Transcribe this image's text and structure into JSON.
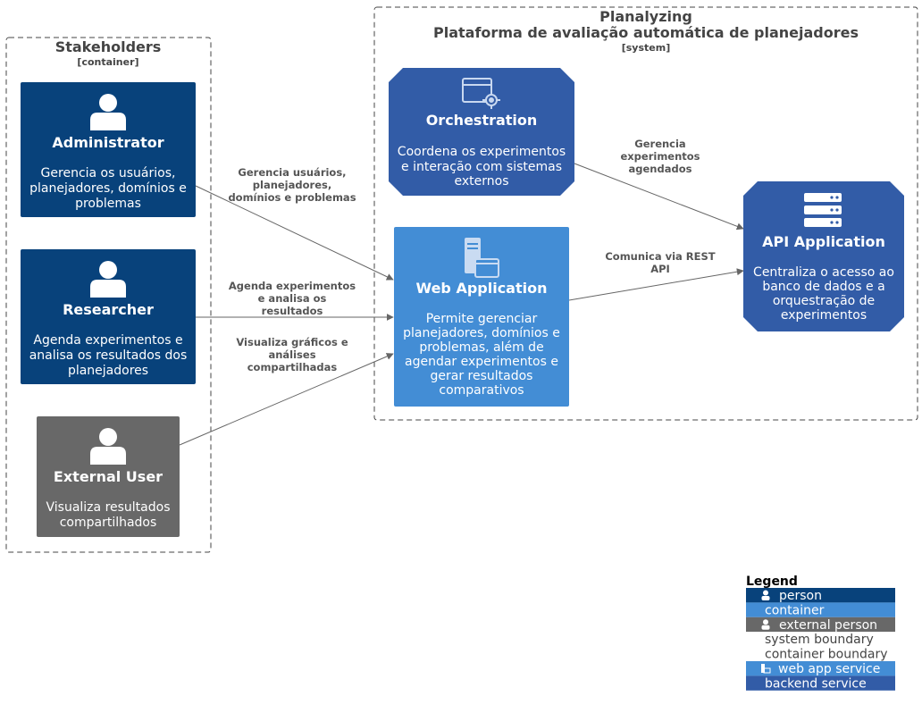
{
  "boundaries": {
    "stakeholders": {
      "title": "Stakeholders",
      "type": "[container]"
    },
    "system": {
      "title_line1": "Planalyzing",
      "title_line2": "Plataforma de avaliação automática de planejadores",
      "type": "[system]"
    }
  },
  "nodes": {
    "administrator": {
      "title": "Administrator",
      "desc": [
        "Gerencia os usuários,",
        "planejadores, domínios e",
        "problemas"
      ],
      "icon": "person-icon",
      "color": "#08427b"
    },
    "researcher": {
      "title": "Researcher",
      "desc": [
        "Agenda experimentos e",
        "analisa os resultados dos",
        "planejadores"
      ],
      "icon": "person-icon",
      "color": "#08427b"
    },
    "external_user": {
      "title": "External User",
      "desc": [
        "Visualiza resultados",
        "compartilhados"
      ],
      "icon": "person-icon",
      "color": "#686868"
    },
    "orchestration": {
      "title": "Orchestration",
      "desc": [
        "Coordena os experimentos",
        "e interação com sistemas",
        "externos"
      ],
      "icon": "settings-window-icon",
      "color": "#325ca7"
    },
    "web_application": {
      "title": "Web Application",
      "desc": [
        "Permite gerenciar",
        "planejadores, domínios e",
        "problemas, além de",
        "agendar experimentos e",
        "gerar resultados",
        "comparativos"
      ],
      "icon": "server-window-icon",
      "color": "#438dd5"
    },
    "api_application": {
      "title": "API Application",
      "desc": [
        "Centraliza o acesso ao",
        "banco de dados e a",
        "orquestração de",
        "experimentos"
      ],
      "icon": "server-stack-icon",
      "color": "#325ca7"
    }
  },
  "edges": {
    "admin_web": [
      "Gerencia usuários,",
      "planejadores,",
      "domínios e problemas"
    ],
    "researcher_web": [
      "Agenda experimentos",
      "e analisa os",
      "resultados"
    ],
    "external_web": [
      "Visualiza gráficos e",
      "análises",
      "compartilhadas"
    ],
    "orchestration_api": [
      "Gerencia",
      "experimentos",
      "agendados"
    ],
    "web_api": [
      "Comunica via REST",
      "API"
    ]
  },
  "legend": {
    "title": "Legend",
    "items": [
      {
        "label": "person",
        "bg": "#08427b",
        "fg": "#ffffff",
        "icon": "person-icon"
      },
      {
        "label": "container",
        "bg": "#438dd5",
        "fg": "#ffffff",
        "icon": ""
      },
      {
        "label": "external person",
        "bg": "#686868",
        "fg": "#ffffff",
        "icon": "person-icon"
      },
      {
        "label": "system boundary",
        "bg": "#ffffff",
        "fg": "#444444",
        "icon": ""
      },
      {
        "label": "container boundary",
        "bg": "#ffffff",
        "fg": "#444444",
        "icon": ""
      },
      {
        "label": "web app service",
        "bg": "#438dd5",
        "fg": "#ffffff",
        "icon": "server-window-icon"
      },
      {
        "label": "backend service",
        "bg": "#325ca7",
        "fg": "#ffffff",
        "icon": ""
      }
    ]
  },
  "colors": {
    "person": "#08427b",
    "external_person": "#686868",
    "container": "#438dd5",
    "backend": "#325ca7",
    "boundary_stroke": "#444444",
    "edge": "#666666"
  }
}
